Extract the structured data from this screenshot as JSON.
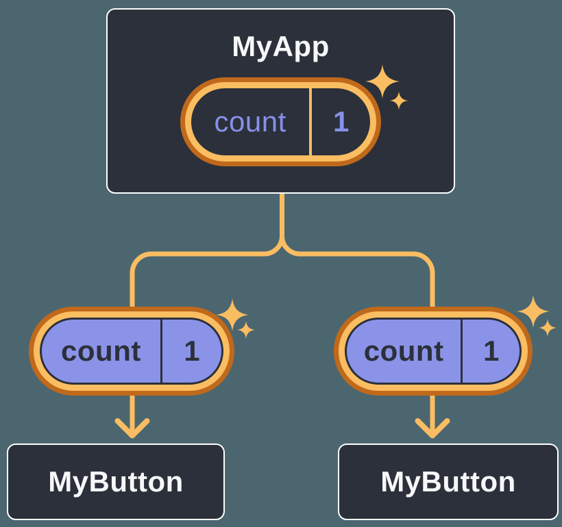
{
  "colors": {
    "background": "#4C6670",
    "node_fill": "#2B303B",
    "node_border": "#FFFFFF",
    "accent_dark": "#C0691B",
    "accent_light": "#FABD62",
    "pill_fill": "#8B93E8",
    "state_text": "#8790E8",
    "dark_text": "#2B303B",
    "light_text": "#F6F7F9"
  },
  "root_node": {
    "title": "MyApp",
    "state_pill": {
      "label": "count",
      "value": "1"
    }
  },
  "child_nodes": [
    {
      "title": "MyButton",
      "prop_pill": {
        "label": "count",
        "value": "1"
      }
    },
    {
      "title": "MyButton",
      "prop_pill": {
        "label": "count",
        "value": "1"
      }
    }
  ]
}
